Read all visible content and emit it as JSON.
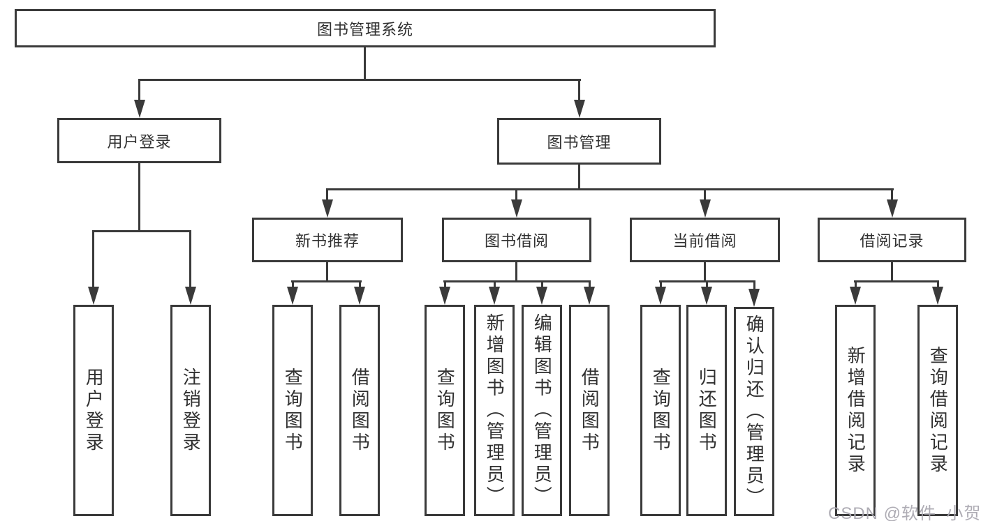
{
  "colors": {
    "line": "#3a3a3a",
    "box_fill": "#ffffff",
    "text": "#303030",
    "watermark": "#aaa8b0"
  },
  "diagram_type": "hierarchy-tree",
  "tree": {
    "label": "图书管理系统",
    "children": [
      {
        "label": "用户登录",
        "children": [
          {
            "label": "用户登录"
          },
          {
            "label": "注销登录"
          }
        ]
      },
      {
        "label": "图书管理",
        "children": [
          {
            "label": "新书推荐",
            "children": [
              {
                "label": "查询图书"
              },
              {
                "label": "借阅图书"
              }
            ]
          },
          {
            "label": "图书借阅",
            "children": [
              {
                "label": "查询图书"
              },
              {
                "label": "新增图书（管理员）"
              },
              {
                "label": "编辑图书（管理员）"
              },
              {
                "label": "借阅图书"
              }
            ]
          },
          {
            "label": "当前借阅",
            "children": [
              {
                "label": "查询图书"
              },
              {
                "label": "归还图书"
              },
              {
                "label": "确认归还（管理员）"
              }
            ]
          },
          {
            "label": "借阅记录",
            "children": [
              {
                "label": "新增借阅记录"
              },
              {
                "label": "查询借阅记录"
              }
            ]
          }
        ]
      }
    ]
  },
  "watermark": {
    "text": "CSDN @软件_小贺同学"
  }
}
